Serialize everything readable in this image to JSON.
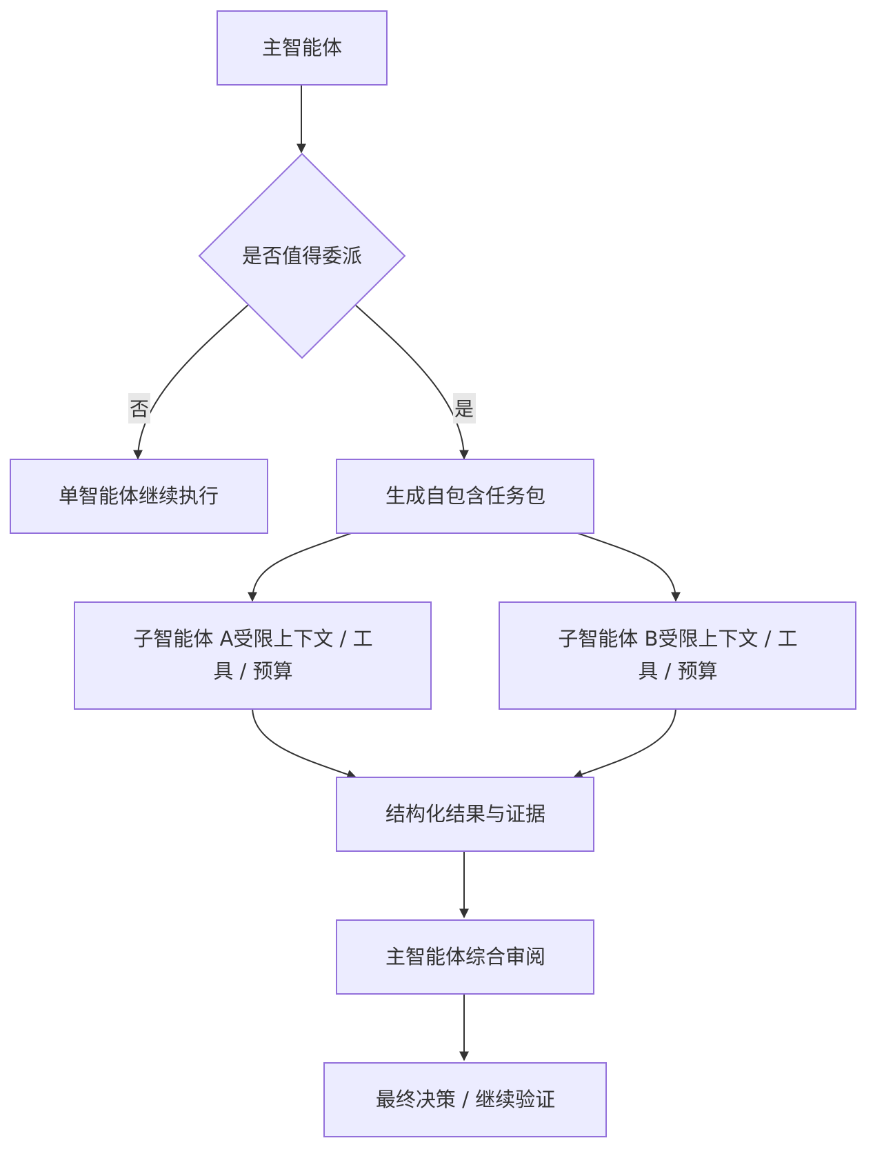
{
  "diagram": {
    "nodes": {
      "main_agent": "主智能体",
      "decision": "是否值得委派",
      "single_agent": "单智能体继续执行",
      "task_pack": "生成自包含任务包",
      "sub_a_line1": "子智能体 A受限上下文 / 工",
      "sub_a_line2": "具 / 预算",
      "sub_b_line1": "子智能体 B受限上下文 / 工",
      "sub_b_line2": "具 / 预算",
      "results": "结构化结果与证据",
      "review": "主智能体综合审阅",
      "final": "最终决策 / 继续验证"
    },
    "edge_labels": {
      "no": "否",
      "yes": "是"
    },
    "colors": {
      "node_fill": "#ECECFF",
      "node_stroke": "#9370DB",
      "edge": "#333333",
      "text": "#333333",
      "label_bg": "#e8e8e8"
    }
  }
}
